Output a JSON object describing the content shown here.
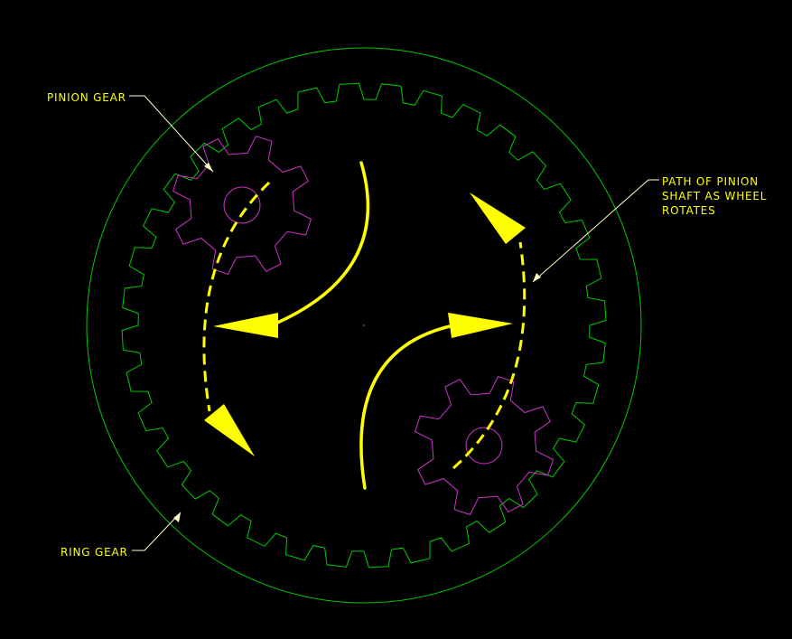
{
  "labels": {
    "pinion_gear": "PINION GEAR",
    "ring_gear": "RING GEAR",
    "path_line1": "PATH OF PINION",
    "path_line2": "SHAFT AS WHEEL",
    "path_line3": "ROTATES"
  },
  "colors": {
    "background": "#000000",
    "ring_gear": "#00cc00",
    "pinion_gear": "#cc33cc",
    "arrows": "#ffff00",
    "label_text": "#ffff00",
    "leader_lines": "#ffffcc"
  },
  "ring_gear": {
    "teeth": 36
  },
  "pinion_gears": [
    {
      "name": "upper-left",
      "teeth": 8
    },
    {
      "name": "lower-right",
      "teeth": 8
    }
  ]
}
